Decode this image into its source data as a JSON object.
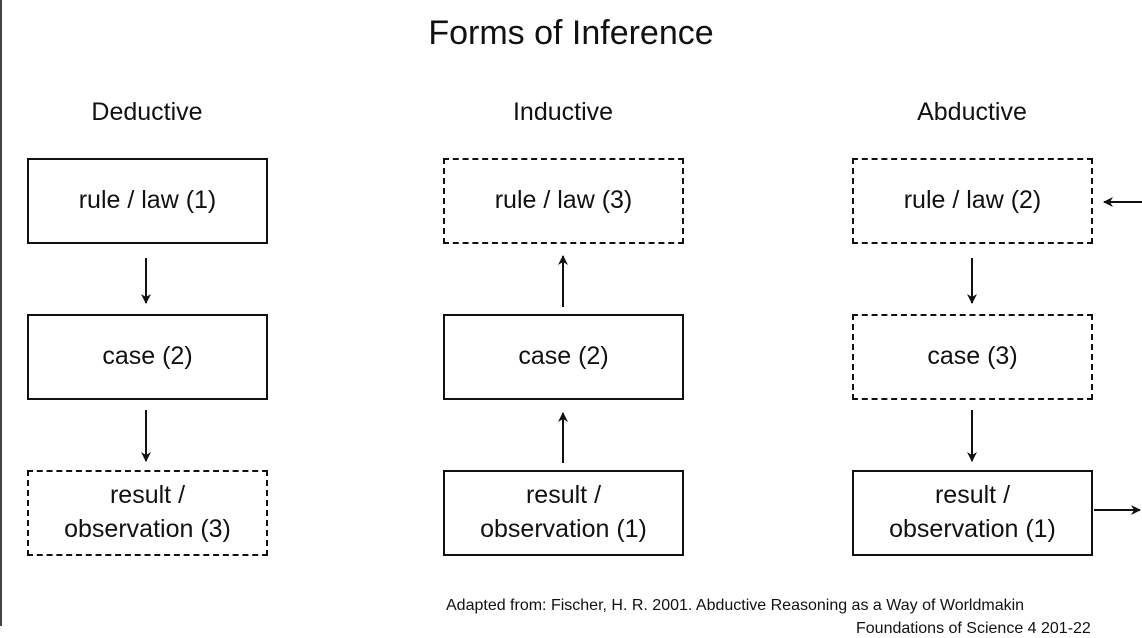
{
  "title": "Forms of Inference",
  "columns": [
    {
      "heading": "Deductive",
      "boxes": [
        {
          "line1": "rule / law (1)",
          "line2": ""
        },
        {
          "line1": "case (2)",
          "line2": ""
        },
        {
          "line1": "result /",
          "line2": "observation (3)"
        }
      ]
    },
    {
      "heading": "Inductive",
      "boxes": [
        {
          "line1": "rule / law (3)",
          "line2": ""
        },
        {
          "line1": "case (2)",
          "line2": ""
        },
        {
          "line1": "result /",
          "line2": "observation (1)"
        }
      ]
    },
    {
      "heading": "Abductive",
      "boxes": [
        {
          "line1": "rule / law (2)",
          "line2": ""
        },
        {
          "line1": "case (3)",
          "line2": ""
        },
        {
          "line1": "result /",
          "line2": "observation (1)"
        }
      ]
    }
  ],
  "citation": "Adapted from: Fischer, H. R. 2001. Abductive Reasoning as a Way of Worldmakin",
  "citation_line2": "Foundations of Science 4 201-22"
}
